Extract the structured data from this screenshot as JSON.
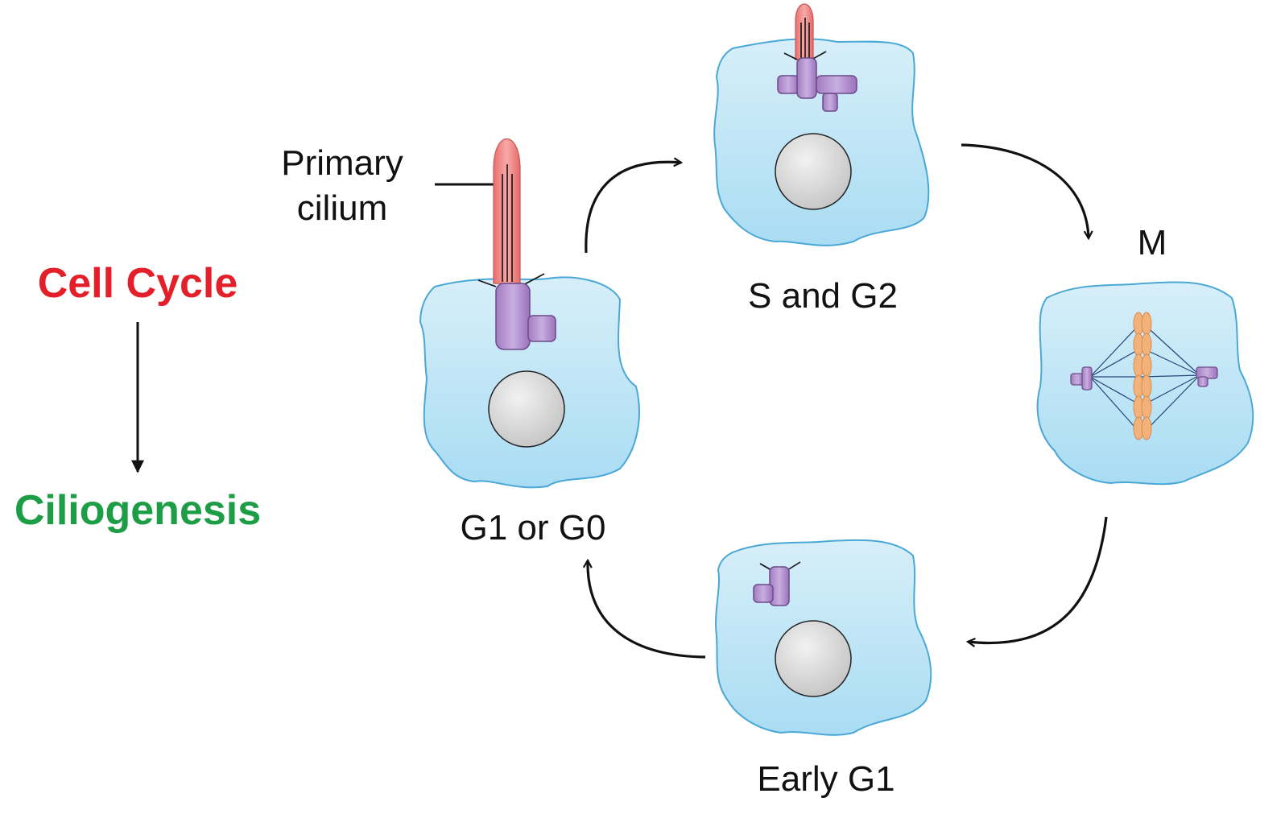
{
  "left": {
    "top_label": "Cell Cycle",
    "bottom_label": "Ciliogenesis",
    "top_color": "#e3202a",
    "bottom_color": "#1d9e46"
  },
  "callout": {
    "line1": "Primary",
    "line2": "cilium"
  },
  "phases": {
    "g1_g0": "G1 or G0",
    "s_g2": "S and G2",
    "m": "M",
    "early_g1": "Early G1"
  },
  "colors": {
    "cell_fill": "#c9e9f7",
    "cell_stroke": "#4aa8d6",
    "nucleus_fill": "#d2d2d2",
    "cilium_fill": "#ec8a89",
    "centriole_fill": "#b694cf",
    "chromosome_fill": "#f3b27a"
  }
}
